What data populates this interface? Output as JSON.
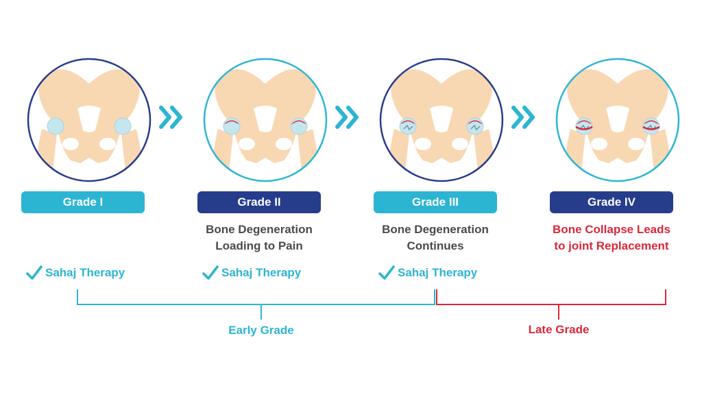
{
  "colors": {
    "teal": "#2cb5d3",
    "navy": "#263d8b",
    "red": "#d8283a",
    "gray_text": "#4a4a4a",
    "bone": "#f8d8b2",
    "cartilage": "#c6e6ee"
  },
  "grades": [
    {
      "label": "Grade I",
      "badge_color": "teal",
      "ring_color": "navy",
      "description": [
        "",
        ""
      ],
      "description_color": "gray",
      "therapy": "Sahaj Therapy",
      "has_therapy": true,
      "damage": 0
    },
    {
      "label": "Grade II",
      "badge_color": "navy",
      "ring_color": "teal",
      "description": [
        "Bone Degeneration",
        "Loading to Pain"
      ],
      "description_color": "gray",
      "therapy": "Sahaj Therapy",
      "has_therapy": true,
      "damage": 1
    },
    {
      "label": "Grade III",
      "badge_color": "teal",
      "ring_color": "navy",
      "description": [
        "Bone Degeneration",
        "Continues"
      ],
      "description_color": "gray",
      "therapy": "Sahaj Therapy",
      "has_therapy": true,
      "damage": 2
    },
    {
      "label": "Grade IV",
      "badge_color": "navy",
      "ring_color": "teal",
      "description": [
        "Bone Collapse Leads",
        "to joint Replacement"
      ],
      "description_color": "red",
      "therapy": "",
      "has_therapy": false,
      "damage": 3
    }
  ],
  "groups": {
    "early": {
      "label": "Early Grade",
      "color": "teal"
    },
    "late": {
      "label": "Late Grade",
      "color": "red"
    }
  },
  "icons": {
    "progress": "double-chevron-right-icon",
    "check": "checkmark-icon"
  }
}
